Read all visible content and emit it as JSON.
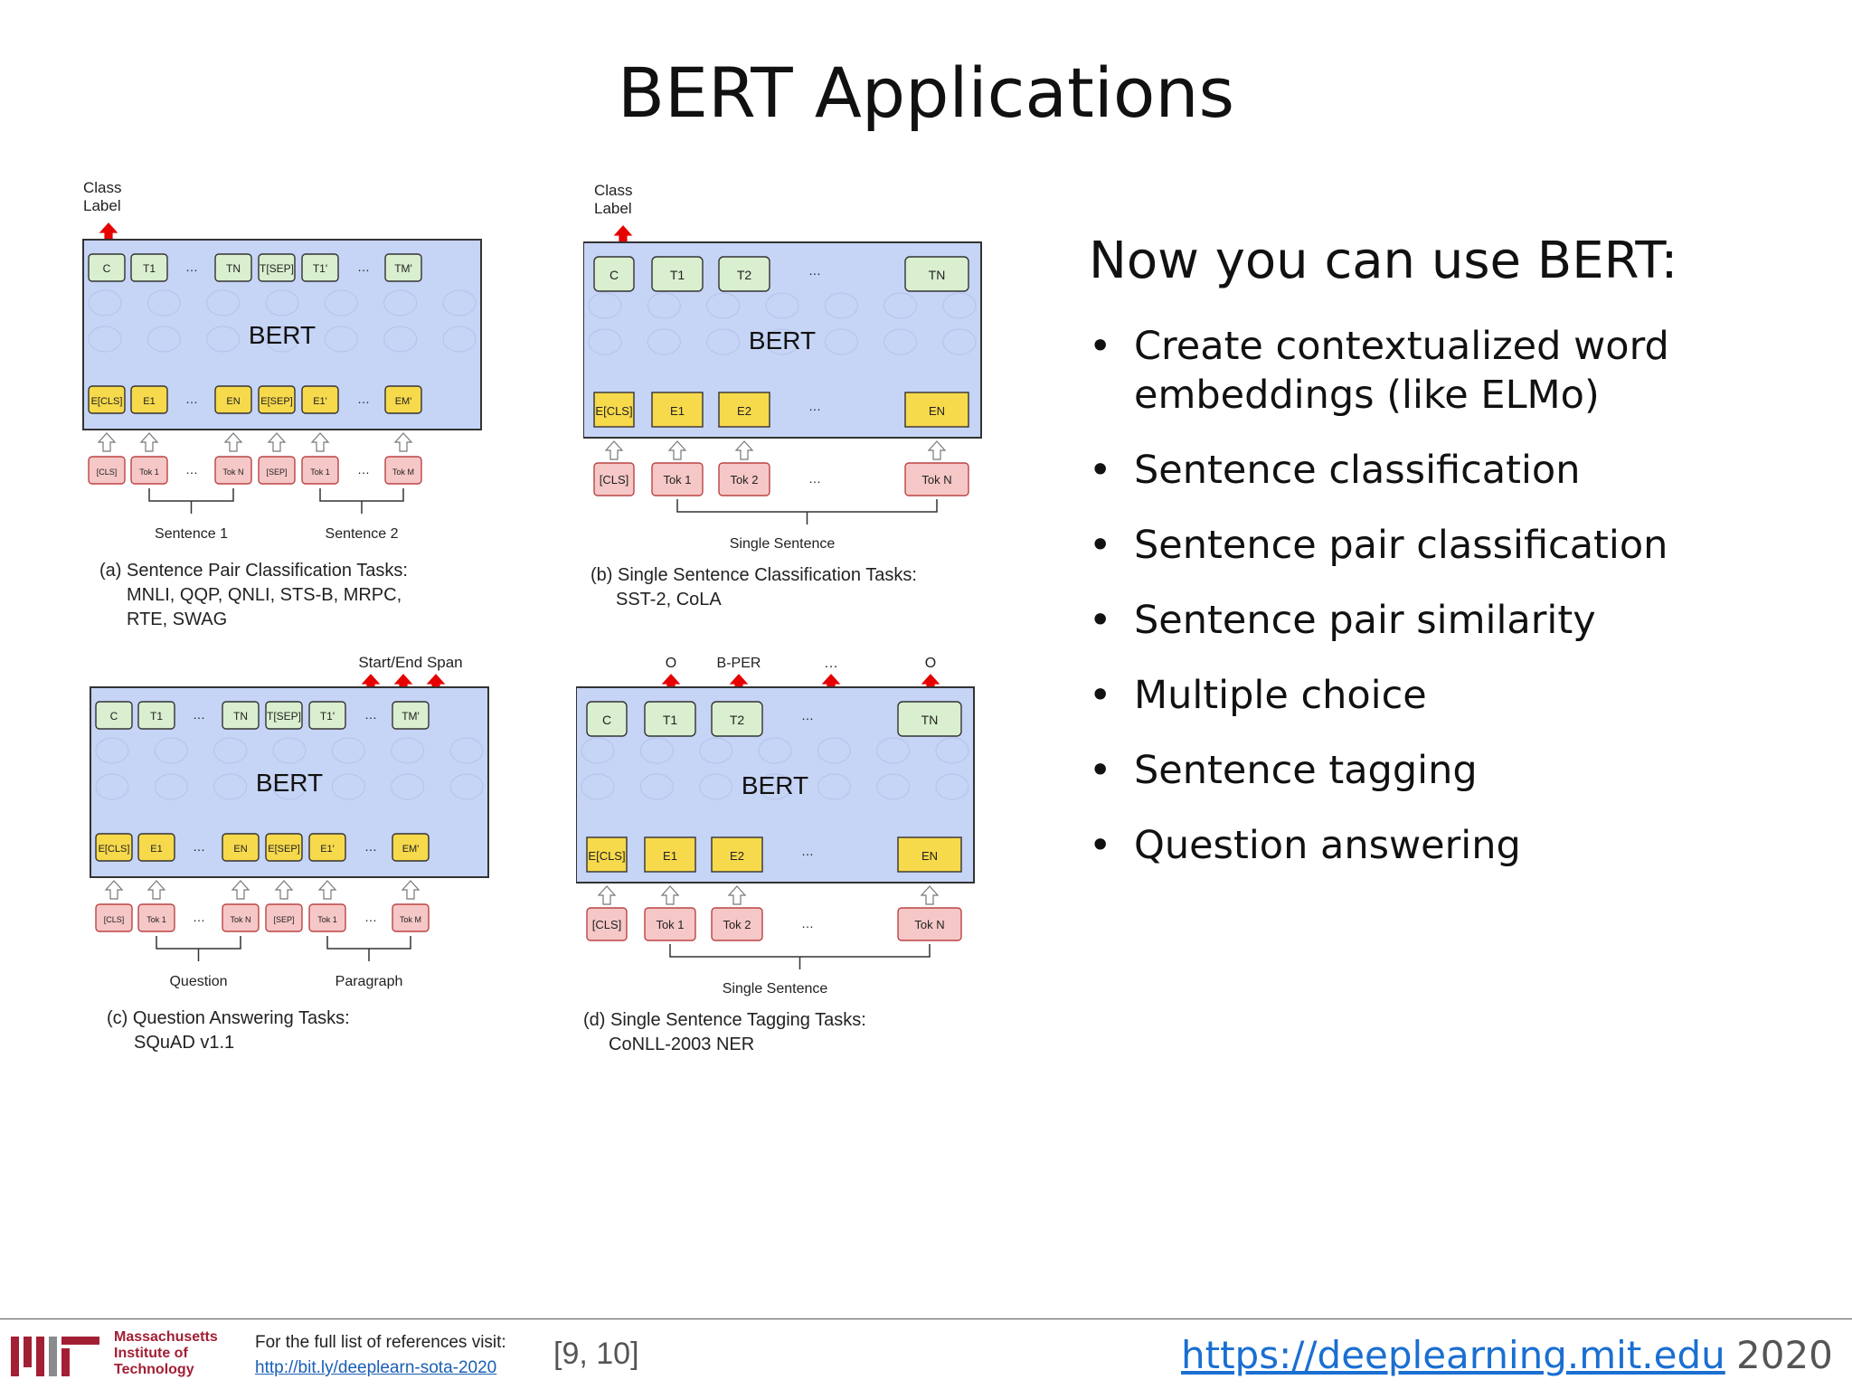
{
  "title": "BERT Applications",
  "right_panel": {
    "heading": "Now you can use BERT:",
    "bullet_glyph": "•",
    "items": [
      "Create contextualized word embeddings (like ELMo)",
      "Sentence classification",
      "Sentence pair classification",
      "Sentence pair similarity",
      "Multiple choice",
      "Sentence tagging",
      "Question answering"
    ]
  },
  "figures": {
    "model_label": "BERT",
    "a": {
      "top_label_1": "Class",
      "top_label_2": "Label",
      "out_tokens": [
        "C",
        "T1",
        "…",
        "TN",
        "T[SEP]",
        "T1'",
        "…",
        "TM'"
      ],
      "emb_tokens": [
        "E[CLS]",
        "E1",
        "…",
        "EN",
        "E[SEP]",
        "E1'",
        "…",
        "EM'"
      ],
      "in_tokens": [
        "[CLS]",
        "Tok 1",
        "…",
        "Tok N",
        "[SEP]",
        "Tok 1",
        "…",
        "Tok M"
      ],
      "group_1": "Sentence 1",
      "group_2": "Sentence 2",
      "caption_1": "(a) Sentence Pair Classification Tasks:",
      "caption_2": "MNLI, QQP, QNLI, STS-B, MRPC,",
      "caption_3": "RTE, SWAG"
    },
    "b": {
      "top_label_1": "Class",
      "top_label_2": "Label",
      "out_tokens": [
        "C",
        "T1",
        "T2",
        "…",
        "TN"
      ],
      "emb_tokens": [
        "E[CLS]",
        "E1",
        "E2",
        "…",
        "EN"
      ],
      "in_tokens": [
        "[CLS]",
        "Tok 1",
        "Tok 2",
        "…",
        "Tok N"
      ],
      "group_1": "Single Sentence",
      "caption_1": "(b) Single Sentence Classification Tasks:",
      "caption_2": "SST-2, CoLA"
    },
    "c": {
      "top_label_1": "Start/End Span",
      "out_tokens": [
        "C",
        "T1",
        "…",
        "TN",
        "T[SEP]",
        "T1'",
        "…",
        "TM'"
      ],
      "emb_tokens": [
        "E[CLS]",
        "E1",
        "…",
        "EN",
        "E[SEP]",
        "E1'",
        "…",
        "EM'"
      ],
      "in_tokens": [
        "[CLS]",
        "Tok 1",
        "…",
        "Tok N",
        "[SEP]",
        "Tok 1",
        "…",
        "Tok M"
      ],
      "group_1": "Question",
      "group_2": "Paragraph",
      "caption_1": "(c) Question Answering Tasks:",
      "caption_2": "SQuAD v1.1"
    },
    "d": {
      "tag_labels": [
        "O",
        "B-PER",
        "…",
        "O"
      ],
      "out_tokens": [
        "C",
        "T1",
        "T2",
        "…",
        "TN"
      ],
      "emb_tokens": [
        "E[CLS]",
        "E1",
        "E2",
        "…",
        "EN"
      ],
      "in_tokens": [
        "[CLS]",
        "Tok 1",
        "Tok 2",
        "…",
        "Tok N"
      ],
      "group_1": "Single Sentence",
      "caption_1": "(d) Single Sentence Tagging Tasks:",
      "caption_2": "CoNLL-2003 NER"
    }
  },
  "footer": {
    "org_line_1": "Massachusetts",
    "org_line_2": "Institute of",
    "org_line_3": "Technology",
    "refs_text": "For the full list of references visit:",
    "refs_link": "http://bit.ly/deeplearn-sota-2020",
    "citation": "[9, 10]",
    "site": "https://deeplearning.mit.edu",
    "year": "2020"
  },
  "colors": {
    "bert_box": "#c6d4f5",
    "output_token": "#d9efcf",
    "embedding": "#f7d94c",
    "input_token": "#f6c7c7",
    "arrow_red": "#e60000",
    "mit_red": "#a31f34",
    "link_blue": "#1a6fd1"
  }
}
